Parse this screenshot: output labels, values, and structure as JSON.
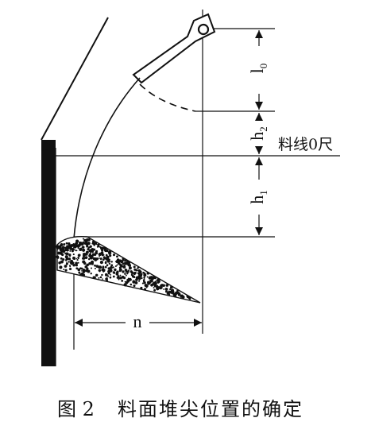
{
  "figure": {
    "caption_number": "图 2",
    "caption_text": "料面堆尖位置的确定",
    "labels": {
      "l0": "l",
      "l0_sub": "0",
      "h2": "h",
      "h2_sub": "2",
      "h1": "h",
      "h1_sub": "1",
      "stockline_zero": "料线0尺",
      "n": "n"
    }
  }
}
